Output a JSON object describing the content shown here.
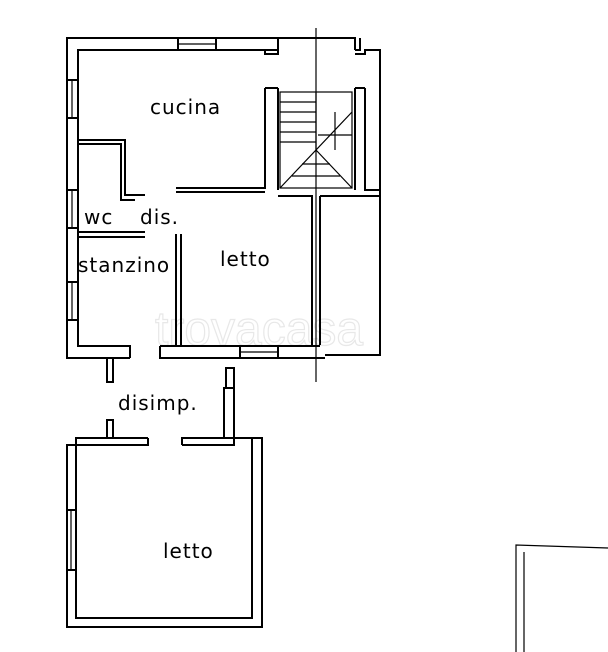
{
  "rooms": {
    "cucina": "cucina",
    "wc": "wc",
    "dis": "dis.",
    "stanzino": "stanzino",
    "letto_upper": "letto",
    "disimp": "disimp.",
    "letto_lower": "letto"
  },
  "watermark": "trovacasa"
}
